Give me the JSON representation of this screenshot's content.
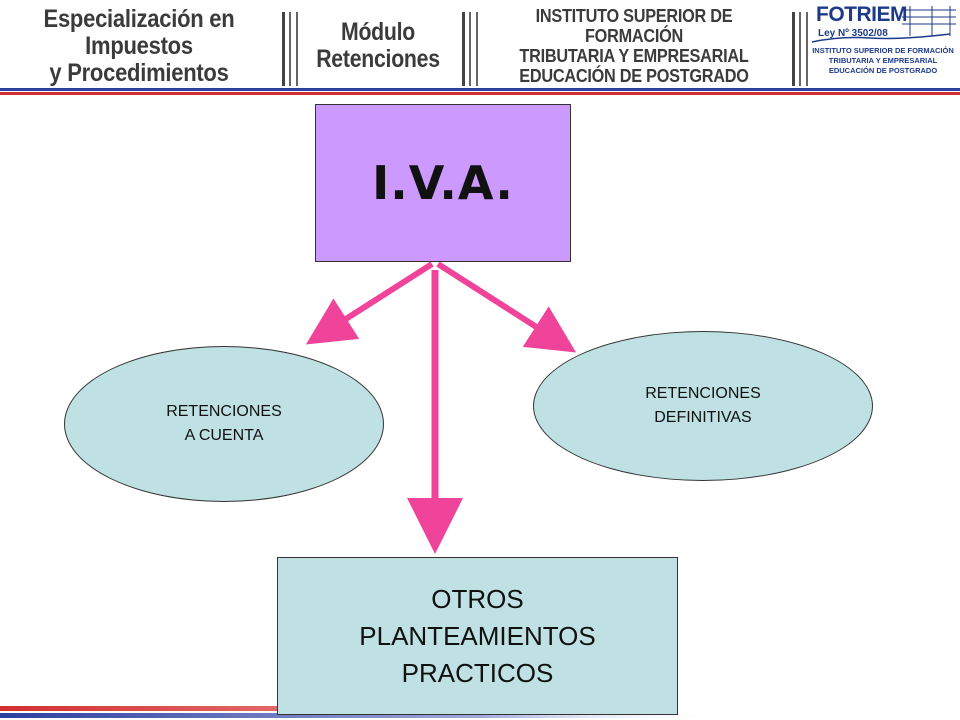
{
  "header": {
    "course_line1": "Especialización en Impuestos",
    "course_line2": "y Procedimientos",
    "module_line1": "Módulo",
    "module_line2": "Retenciones",
    "institute_line1": "INSTITUTO SUPERIOR DE FORMACIÓN",
    "institute_line2": "TRIBUTARIA Y EMPRESARIAL",
    "institute_line3": "EDUCACIÓN DE POSTGRADO",
    "logo": {
      "name": "FOTRIEM",
      "law": "Ley Nº 3502/08",
      "sub_line1": "INSTITUTO SUPERIOR DE FORMACIÓN",
      "sub_line2": "TRIBUTARIA Y EMPRESARIAL",
      "sub_line3": "EDUCACIÓN DE POSTGRADO"
    }
  },
  "diagram": {
    "root": "I.V.A.",
    "left_child": {
      "line1": "RETENCIONES",
      "line2": "A CUENTA"
    },
    "right_child": {
      "line1": "RETENCIONES",
      "line2": "DEFINITIVAS"
    },
    "bottom_child": {
      "line1": "OTROS",
      "line2": "PLANTEAMIENTOS",
      "line3": "PRACTICOS"
    }
  },
  "colors": {
    "root_fill": "#cc99ff",
    "child_fill": "#bfe1e3",
    "arrow": "#f0449a",
    "stripe_blue": "#2b3f9e",
    "stripe_red": "#d32f2f"
  }
}
